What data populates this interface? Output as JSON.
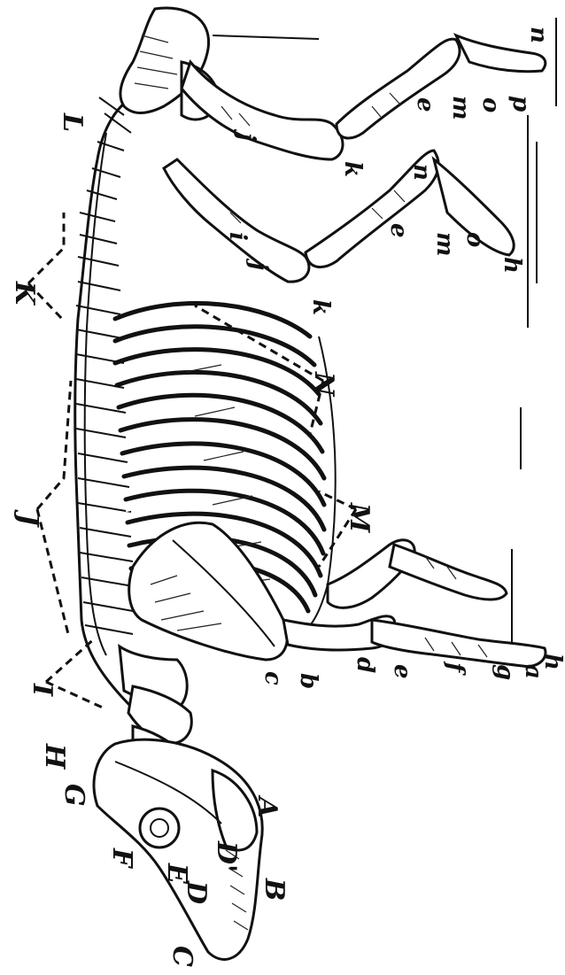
{
  "figure": {
    "labels": {
      "L": "L",
      "K": "K",
      "J": "J",
      "I": "I",
      "H": "H",
      "G": "G",
      "F": "F",
      "E": "E",
      "D": "D",
      "D_prime": "D'",
      "C": "C",
      "B": "B",
      "A": "A",
      "N": "N",
      "M": "M",
      "a_fore": "a",
      "b": "b",
      "c": "c",
      "d": "d",
      "e_fore": "e",
      "f_fore": "f",
      "g": "g",
      "h_fore": "h",
      "i": "i",
      "j_far": "j",
      "j_near": "j",
      "k_far": "k",
      "k_near": "k",
      "e_far": "e",
      "e_near": "e",
      "m_far": "m",
      "m_near": "m",
      "n_far": "n",
      "n_near": "n",
      "o_far": "o",
      "o_near": "o",
      "p": "p",
      "h_near": "h"
    }
  }
}
